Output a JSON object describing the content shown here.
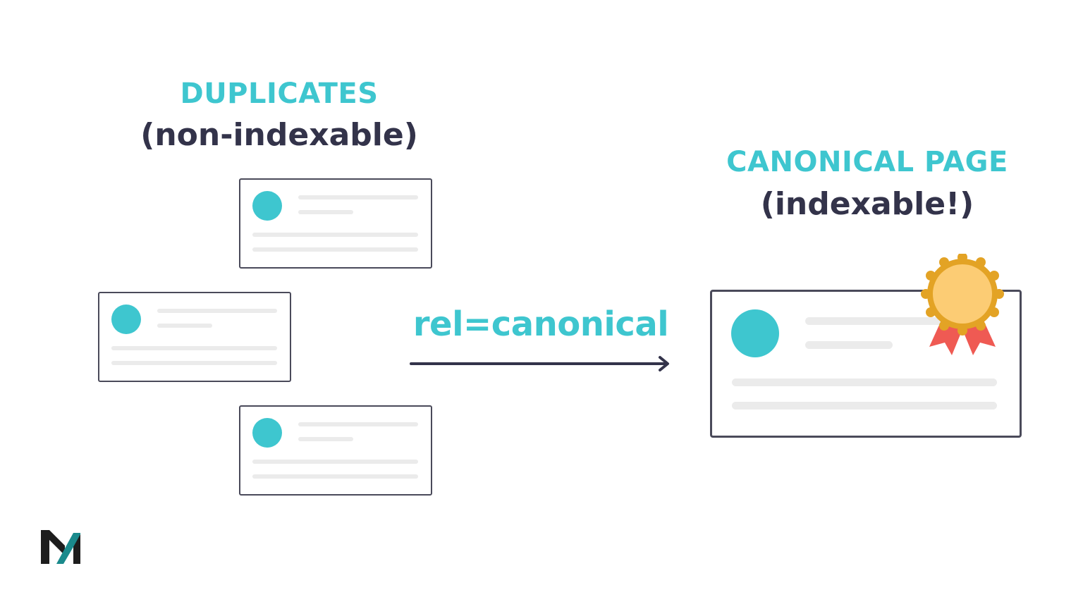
{
  "left_group": {
    "title": "DUPLICATES",
    "subtitle": "(non-indexable)"
  },
  "right_group": {
    "title": "CANONICAL PAGE",
    "subtitle": "(indexable!)"
  },
  "connector": {
    "label": "rel=canonical",
    "arrow_icon": "arrow-right-icon"
  },
  "cards": {
    "duplicate_count": 3,
    "canonical_badge_icon": "award-ribbon-icon"
  },
  "brand": {
    "logo_icon": "brand-logo-icon"
  },
  "colors": {
    "accent_teal": "#3ec6cf",
    "text_dark": "#33334a",
    "border": "#4a4a5a",
    "placeholder_line": "#ebebeb",
    "badge_gold": "#e3a325",
    "badge_inner": "#fccc74",
    "ribbon_red": "#ef5a53",
    "logo_dark": "#1d1d1d",
    "logo_teal": "#1a8a8c"
  }
}
